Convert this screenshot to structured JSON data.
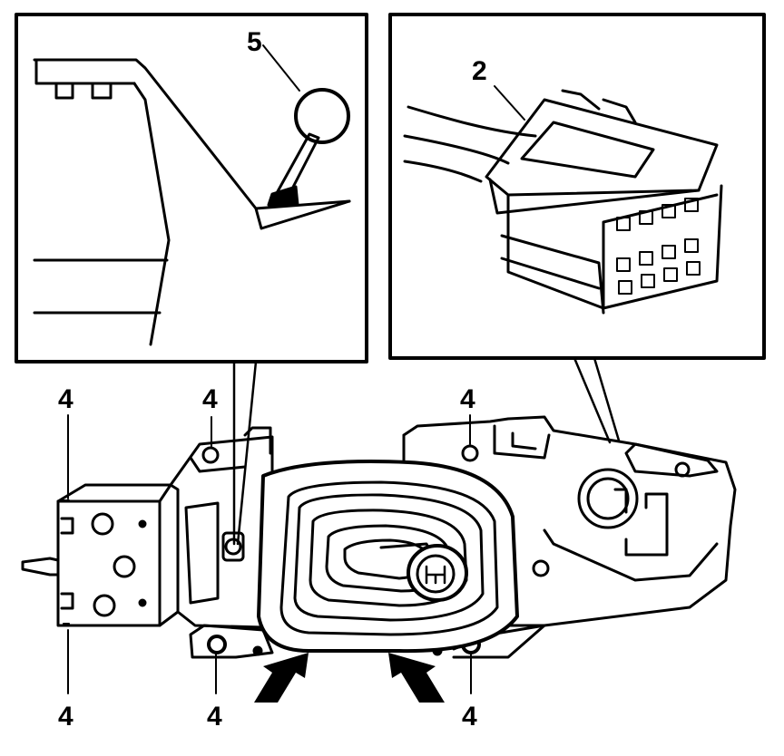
{
  "colors": {
    "ink": "#000000",
    "paper": "#ffffff"
  },
  "callouts": {
    "lever": "5",
    "connector": "2",
    "bolt_top_left": "4",
    "bolt_top_mid": "4",
    "bolt_top_right": "4",
    "bolt_bottom_left": "4",
    "bolt_bottom_mid": "4",
    "bolt_bottom_right": "4"
  },
  "icons": [
    "arrow-icon",
    "shift-pattern-icon"
  ]
}
